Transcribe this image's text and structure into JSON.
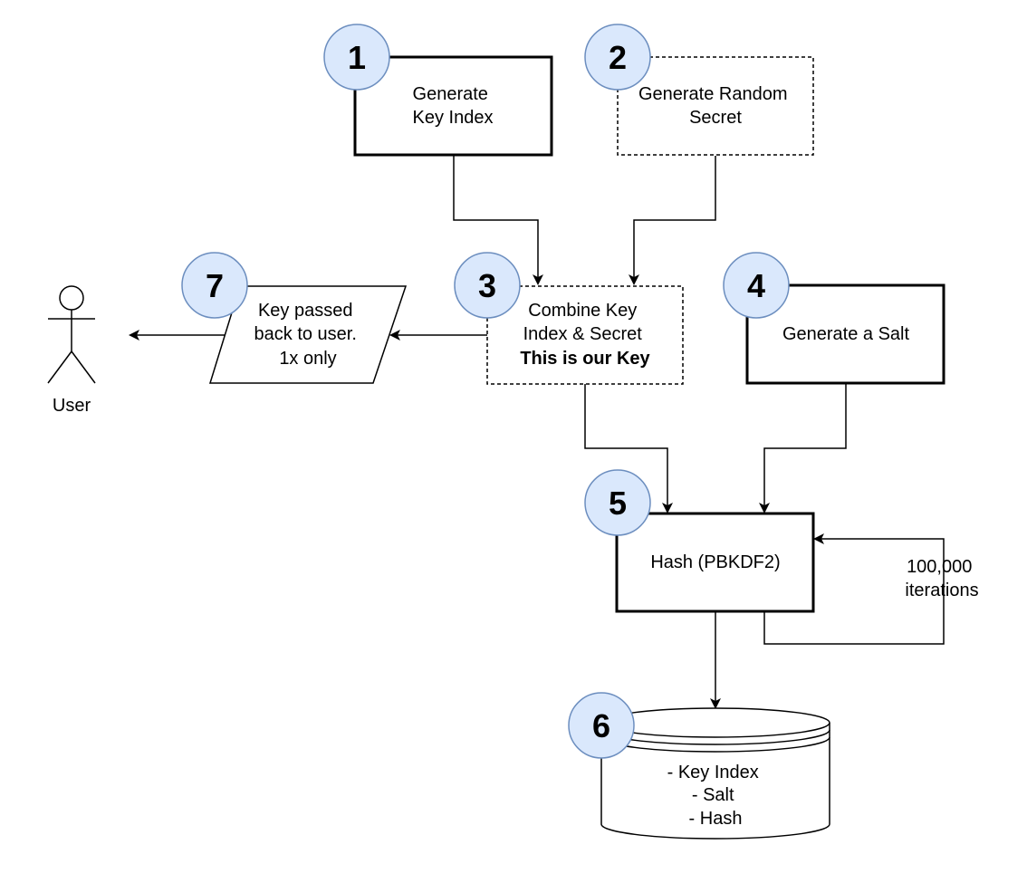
{
  "colors": {
    "badge_fill": "#dae8fc",
    "badge_stroke": "#6c8ebf",
    "line": "#000000",
    "background": "#ffffff"
  },
  "steps": [
    {
      "number": "1",
      "lines": [
        "Generate",
        "Key Index"
      ]
    },
    {
      "number": "2",
      "lines": [
        "Generate Random",
        "Secret"
      ]
    },
    {
      "number": "3",
      "lines": [
        "Combine Key",
        "Index & Secret"
      ],
      "emphasis": "This is our Key"
    },
    {
      "number": "4",
      "lines": [
        "Generate a Salt"
      ]
    },
    {
      "number": "5",
      "lines": [
        "Hash (PBKDF2)"
      ]
    },
    {
      "number": "6",
      "lines": [
        "- Key Index",
        "- Salt",
        "- Hash"
      ]
    },
    {
      "number": "7",
      "lines": [
        "Key passed",
        "back to user.",
        "1x only"
      ]
    }
  ],
  "loop_label": [
    "100,000",
    "iterations"
  ],
  "actor": {
    "label": "User",
    "icon": "person-icon"
  }
}
